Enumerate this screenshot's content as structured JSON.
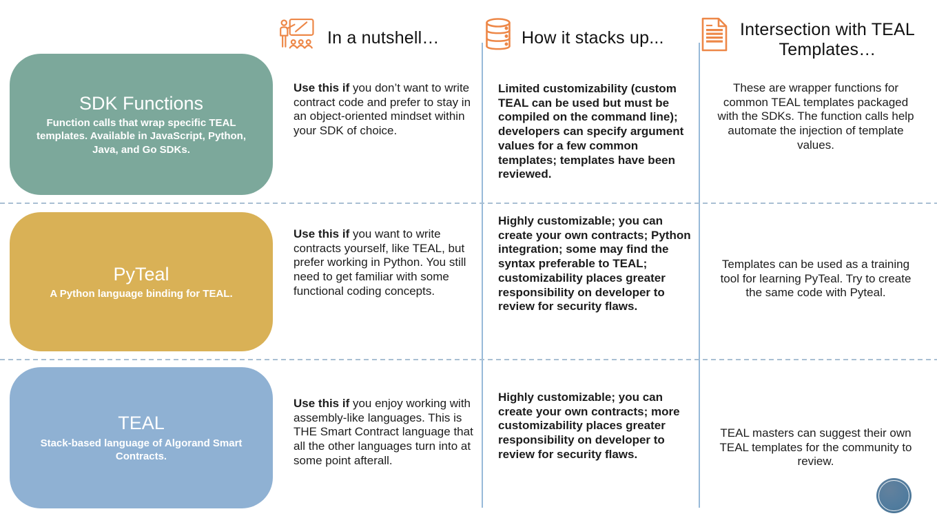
{
  "slide": {
    "colors": {
      "icon_orange": "#ED8747",
      "divider_vertical": "#85ADD1",
      "divider_dashed": "#A8BFD3",
      "card_green": "#7CA89B",
      "card_gold": "#D9B156",
      "card_blue": "#8FB1D3",
      "badge_blue": "#517C9E"
    },
    "columns": [
      {
        "title": "In a nutshell…",
        "icon": "presentation-icon"
      },
      {
        "title": "How it stacks up...",
        "icon": "database-icon"
      },
      {
        "title": "Intersection with TEAL Templates…",
        "icon": "document-icon"
      }
    ],
    "rows": [
      {
        "card": {
          "title": "SDK Functions",
          "subtitle": "Function calls that wrap specific TEAL templates. Available in JavaScript, Python, Java, and Go SDKs.",
          "color": "#7CA89B"
        },
        "nutshell": {
          "bold": "Use this if",
          "rest": " you don’t want to write contract code and prefer to stay in an object-oriented mindset within your SDK of choice."
        },
        "stacks_up": "Limited customizability (custom TEAL can be used but must be compiled on the command line); developers can specify argument values for a few common templates; templates have been reviewed.",
        "teal_templates": "These are wrapper functions for common TEAL templates packaged with the SDKs. The function calls help automate the injection of template values."
      },
      {
        "card": {
          "title": "PyTeal",
          "subtitle": "A Python language binding for TEAL.",
          "color": "#D9B156"
        },
        "nutshell": {
          "bold": "Use this if",
          "rest": " you want to write contracts yourself, like TEAL, but prefer working in Python. You still need to get familiar with some functional coding concepts."
        },
        "stacks_up": "Highly customizable; you can create your own contracts; Python integration; some may find the syntax preferable to TEAL; customizability places greater responsibility on developer to review for security flaws.",
        "teal_templates": "Templates can be used as a training tool for learning PyTeal. Try to create the same code with Pyteal."
      },
      {
        "card": {
          "title": "TEAL",
          "subtitle": "Stack-based language of Algorand Smart Contracts.",
          "color": "#8FB1D3"
        },
        "nutshell": {
          "bold": "Use this if",
          "rest": " you enjoy working with assembly-like languages. This is THE Smart Contract language that all the other languages turn into at some point afterall."
        },
        "stacks_up": "Highly customizable; you can create your own contracts; more customizability places greater responsibility on developer to review for security flaws.",
        "teal_templates": "TEAL masters can suggest their own TEAL templates for the community to review."
      }
    ]
  }
}
